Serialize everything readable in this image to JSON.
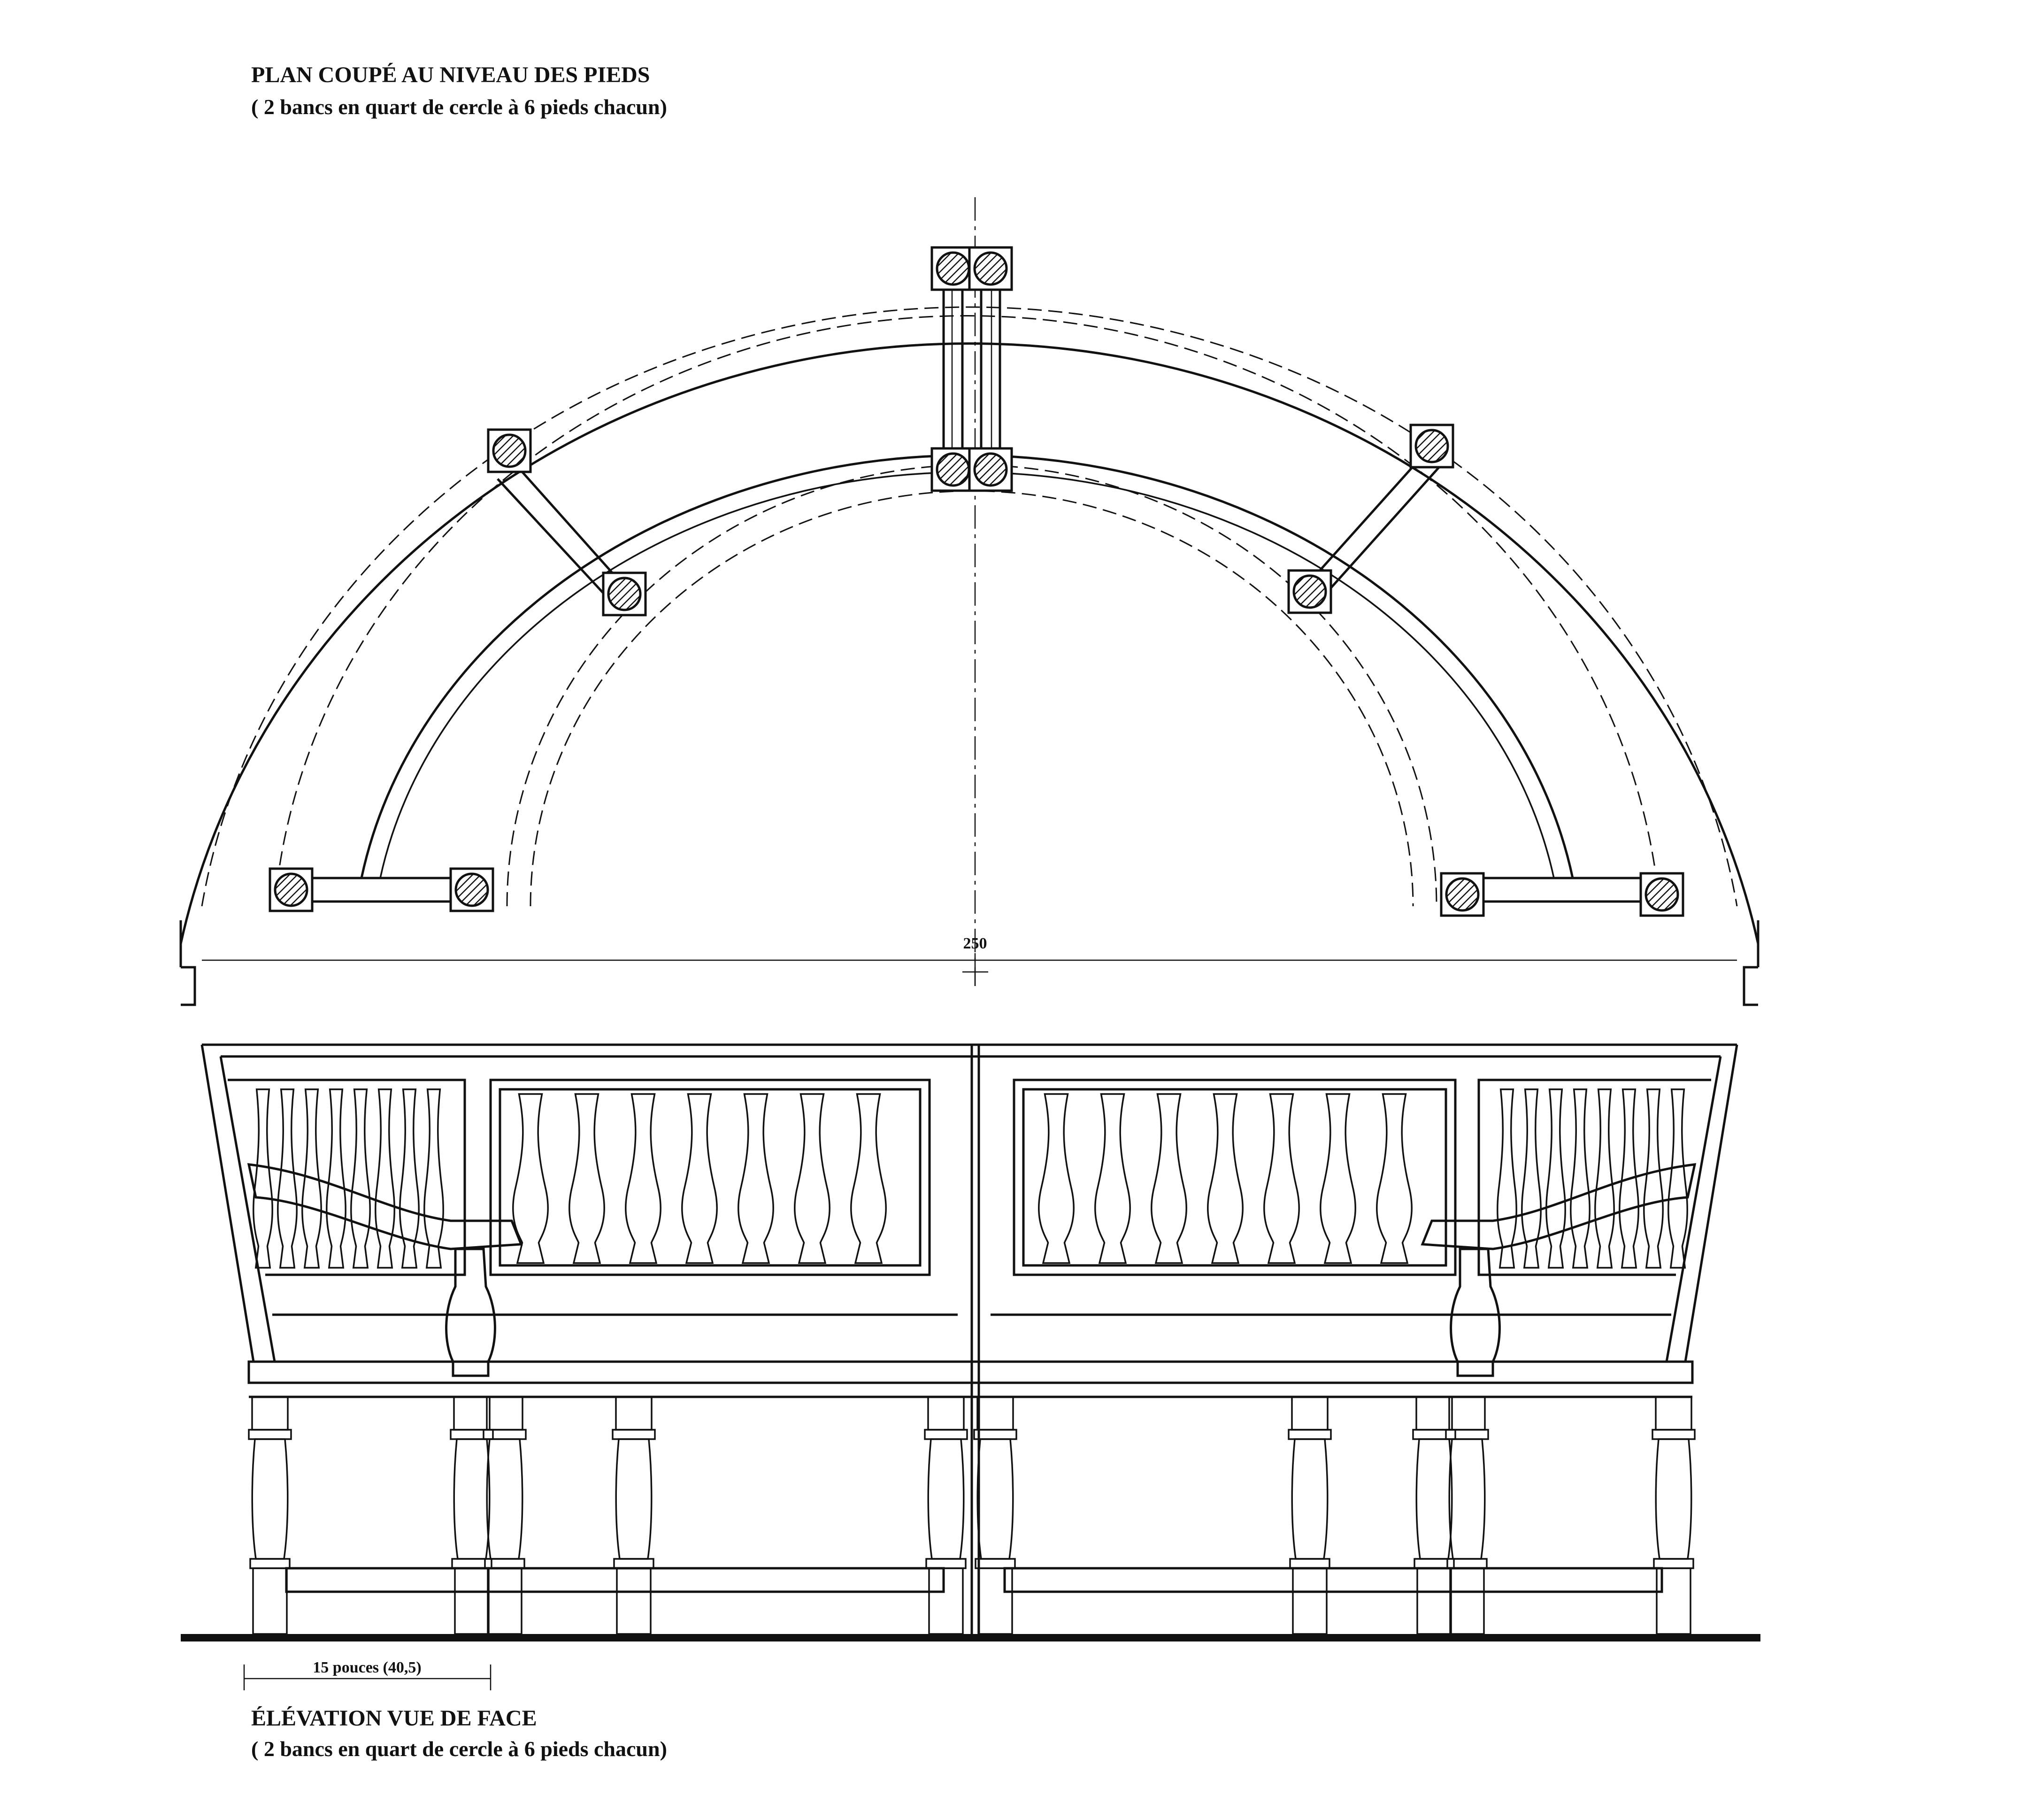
{
  "plan": {
    "title": "PLAN COUPÉ AU NIVEAU DES PIEDS",
    "subtitle": "( 2 bancs en quart de cercle à 6 pieds chacun)",
    "dimension_label": "250"
  },
  "elevation": {
    "title": "ÉLÉVATION VUE DE FACE",
    "subtitle": "( 2 bancs en quart de cercle à 6 pieds chacun)",
    "scale_label": "15 pouces (40,5)"
  },
  "colors": {
    "ink": "#111111",
    "paper": "#ffffff",
    "hatch": "#333333"
  }
}
